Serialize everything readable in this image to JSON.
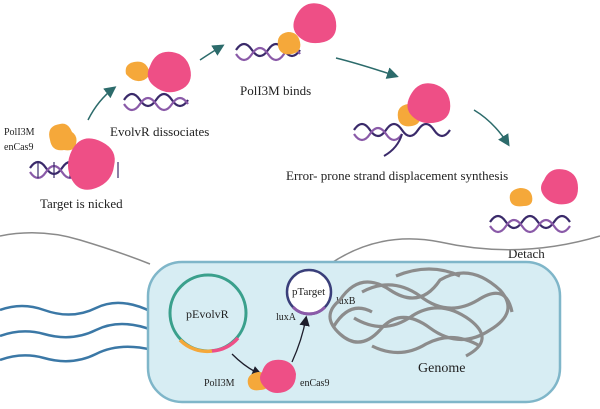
{
  "steps": {
    "target_nicked": "Target is nicked",
    "evolvr_dissociates": "EvolvR dissociates",
    "poli3m_binds": "PolI3M binds",
    "error_prone": "Error- prone strand displacement synthesis",
    "detach": "Detach"
  },
  "proteins": {
    "poli3m": "PolI3M",
    "encas9": "enCas9"
  },
  "cell": {
    "plasmid_evolvr": "pEvolvR",
    "plasmid_target": "pTarget",
    "luxa": "luxA",
    "luxb": "luxB",
    "genome": "Genome",
    "poli3m": "PolI3M",
    "encas9": "enCas9"
  },
  "colors": {
    "poli3m": "#f5a83a",
    "encas9": "#ee4f86",
    "dna_strand": "#3a2a6a",
    "dna_strand2": "#8a5aa8",
    "arrow": "#2c6b6b",
    "cell_fill": "#d7edf3",
    "cell_stroke": "#7fb6c9",
    "flagella": "#3b78a6",
    "genome": "#8c8c8c",
    "plasmid_evolvr": "#3aa08c",
    "plasmid_target": "#3a3f7a"
  }
}
